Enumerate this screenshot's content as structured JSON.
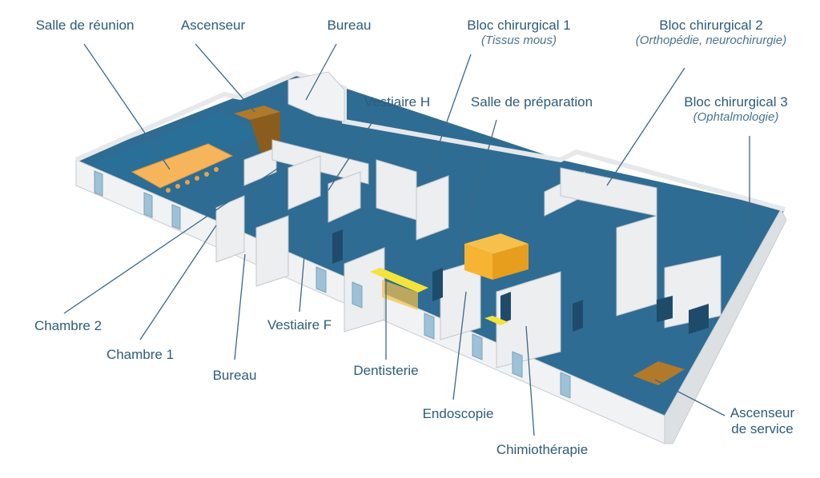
{
  "labels": {
    "salle_reunion": "Salle de réunion",
    "ascenseur": "Ascenseur",
    "bureau_top": "Bureau",
    "bloc1": "Bloc chirurgical 1",
    "bloc1_sub": "(Tissus mous)",
    "bloc2": "Bloc chirurgical 2",
    "bloc2_sub": "(Orthopédie, neurochirurgie)",
    "vestiaire_h": "Vestiaire H",
    "salle_preparation": "Salle de préparation",
    "bloc3": "Bloc chirurgical 3",
    "bloc3_sub": "(Ophtalmologie)",
    "chambre2": "Chambre 2",
    "chambre1": "Chambre 1",
    "bureau_bottom": "Bureau",
    "vestiaire_f": "Vestiaire F",
    "dentisterie": "Dentisterie",
    "endoscopie": "Endoscopie",
    "chimiotherapie": "Chimiothérapie",
    "ascenseur_service_1": "Ascenseur",
    "ascenseur_service_2": "de service"
  },
  "colors": {
    "label_text": "#2e5b7a",
    "leader_line": "#3b6886",
    "floor": "#2e6c93",
    "wall_top": "#f4f5f6",
    "wall_side": "#d9dcdf",
    "glass": "#9dc2d8",
    "door": "#1f4b6a",
    "table_orange": "#f6b55a",
    "counter_orange": "#f7b332",
    "counter_yellow": "#f3e33a",
    "elevator_brown": "#b07a2a"
  }
}
